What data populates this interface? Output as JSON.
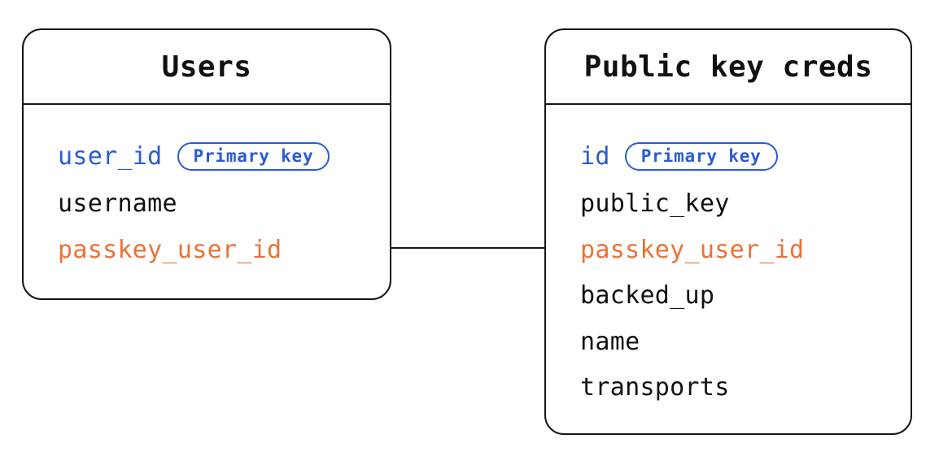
{
  "diagram": {
    "colors": {
      "blue": "#2a5bd7",
      "orange": "#ec7136",
      "line": "#141414"
    },
    "tables": [
      {
        "title": "Users",
        "fields": [
          {
            "name": "user_id",
            "color": "blue",
            "badge": "Primary key"
          },
          {
            "name": "username",
            "color": "black"
          },
          {
            "name": "passkey_user_id",
            "color": "orange"
          }
        ]
      },
      {
        "title": "Public key creds",
        "fields": [
          {
            "name": "id",
            "color": "blue",
            "badge": "Primary key"
          },
          {
            "name": "public_key",
            "color": "black"
          },
          {
            "name": "passkey_user_id",
            "color": "orange"
          },
          {
            "name": "backed_up",
            "color": "black"
          },
          {
            "name": "name",
            "color": "black"
          },
          {
            "name": "transports",
            "color": "black"
          }
        ]
      }
    ],
    "relationship": {
      "from": "Users.passkey_user_id",
      "to": "Public key creds.passkey_user_id"
    }
  }
}
